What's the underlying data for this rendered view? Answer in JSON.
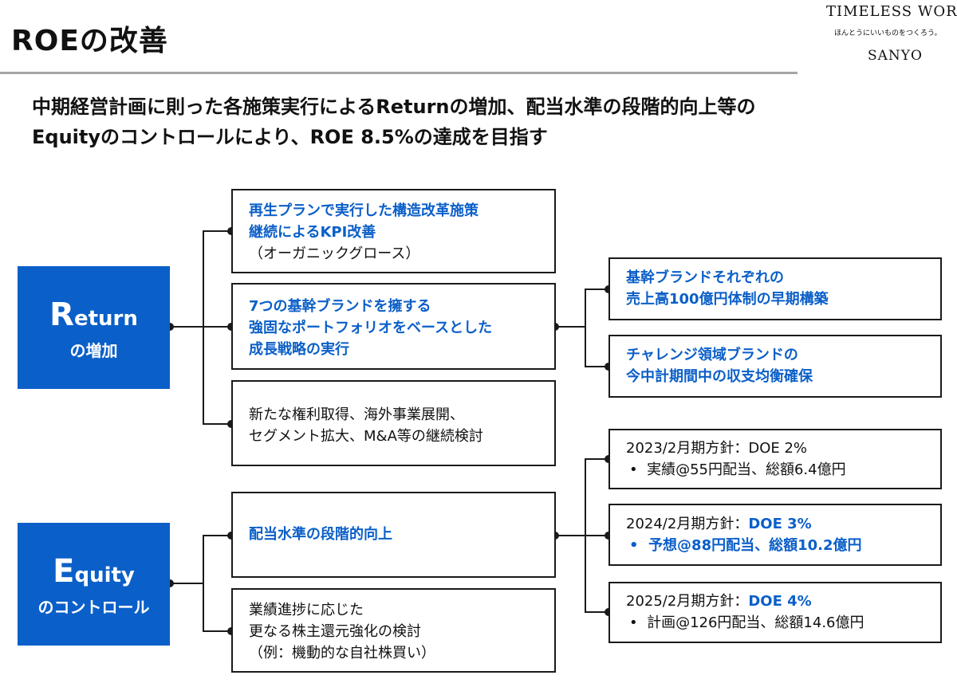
{
  "page_title": "ROEの改善",
  "logo": {
    "line1": "TIMELESS WORK.",
    "line2": "ほんとうにいいものをつくろう。",
    "line3": "SANYO"
  },
  "headline": {
    "line1": "中期経営計画に則った各施策実行によるReturnの増加、配当水準の段階的向上等の",
    "line2": "Equityのコントロールにより、ROE 8.5%の達成を目指す"
  },
  "return_box": {
    "initial": "R",
    "rest": "eturn",
    "sub": "の増加"
  },
  "equity_box": {
    "initial": "E",
    "rest": "quity",
    "sub": "のコントロール"
  },
  "colors": {
    "accent": "#0b5fc8",
    "line": "#1a1a1a"
  },
  "return_measures": {
    "m1": {
      "line1": "再生プランで実行した構造改革施策",
      "line2": "継続によるKPI改善",
      "line3": "（オーガニックグロース）"
    },
    "m2": {
      "line1": "7つの基幹ブランドを擁する",
      "line2": "強固なポートフォリオをベースとした",
      "line3": "成長戦略の実行"
    },
    "m3": {
      "line1": "新たな権利取得、海外事業展開、",
      "line2": "セグメント拡大、M&A等の継続検討"
    }
  },
  "brand_goals": {
    "g1": {
      "line1": "基幹ブランドそれぞれの",
      "line2": "売上高100億円体制の早期構築"
    },
    "g2": {
      "line1": "チャレンジ領域ブランドの",
      "line2": "今中計期間中の収支均衡確保"
    }
  },
  "equity_measures": {
    "m1": {
      "line1": "配当水準の段階的向上"
    },
    "m2": {
      "line1": "業績進捗に応じた",
      "line2": "更なる株主還元強化の検討",
      "line3": "（例：機動的な自社株買い）"
    }
  },
  "dividend_policy": {
    "p2023": {
      "label": "2023/2月期方針：",
      "doe": "DOE 2%",
      "bullet": "•",
      "detail": "実績@55円配当、総額6.4億円"
    },
    "p2024": {
      "label": "2024/2月期方針：",
      "doe": "DOE 3%",
      "bullet": "•",
      "detail": "予想@88円配当、総額10.2億円"
    },
    "p2025": {
      "label": "2025/2月期方針：",
      "doe": "DOE 4%",
      "bullet": "•",
      "detail": "計画@126円配当、総額14.6億円"
    }
  }
}
